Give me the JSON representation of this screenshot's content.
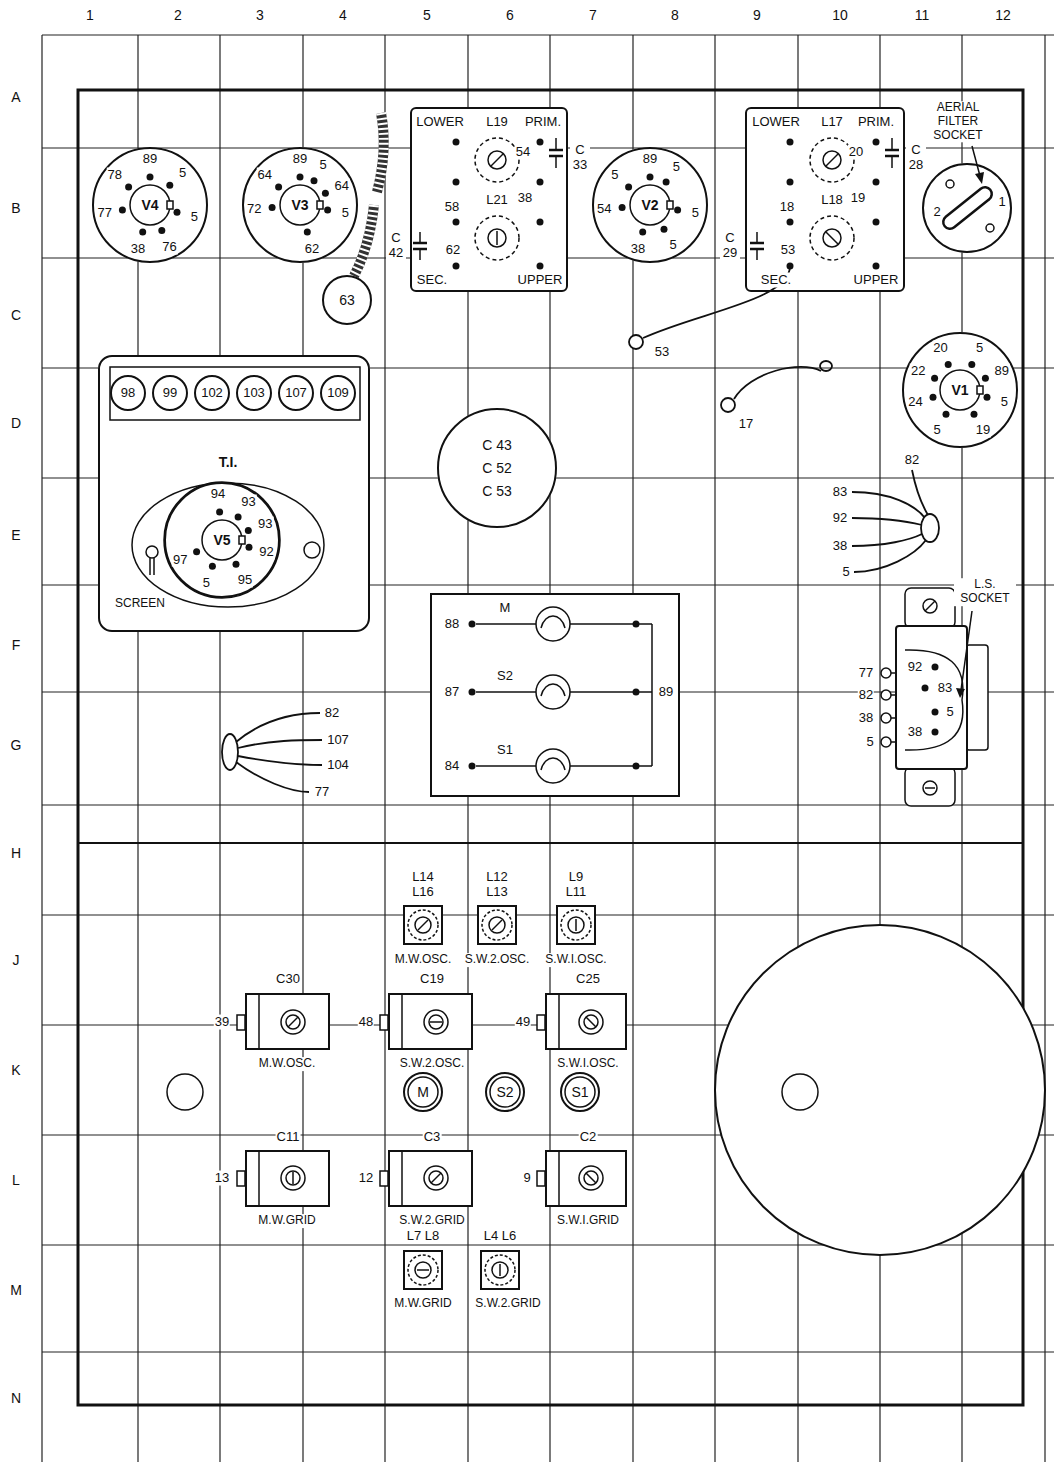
{
  "diagram": {
    "nodes": [
      {
        "text": [
          "V4",
          "89",
          "5",
          "78",
          "77",
          "5",
          "38",
          "76"
        ]
      },
      {
        "text": [
          "V3",
          "89",
          "5",
          "64",
          "5",
          "62",
          "72",
          "64"
        ]
      },
      {
        "text": [
          "LOWER",
          "L19",
          "PRIM.",
          "54",
          "C 33",
          "38",
          "58",
          "L21",
          "C 42",
          "62",
          "SEC.",
          "UPPER"
        ]
      },
      {
        "text": [
          "63"
        ]
      },
      {
        "text": [
          "V2",
          "89",
          "5",
          "5",
          "54",
          "5",
          "5",
          "38"
        ]
      },
      {
        "text": [
          "LOWER",
          "L17",
          "PRIM.",
          "20",
          "C 28",
          "19",
          "18",
          "L18",
          "C 29",
          "53",
          "SEC.",
          "UPPER"
        ]
      },
      {
        "text": [
          "AERIAL FILTER SOCKET",
          "1",
          "2"
        ]
      },
      {
        "text": [
          "V1",
          "20",
          "5",
          "22",
          "89",
          "24",
          "5",
          "5",
          "19"
        ]
      },
      {
        "text": [
          "T.I.",
          "SCREEN"
        ]
      },
      {
        "text": [
          "98"
        ],
        "in": 8
      },
      {
        "text": [
          "99"
        ],
        "in": 8
      },
      {
        "text": [
          "102"
        ],
        "in": 8
      },
      {
        "text": [
          "103"
        ],
        "in": 8
      },
      {
        "text": [
          "107"
        ],
        "in": 8
      },
      {
        "text": [
          "109"
        ],
        "in": 8
      },
      {
        "text": [
          "V5",
          "94",
          "93",
          "93",
          "92",
          "95",
          "5",
          "97"
        ],
        "in": 8
      },
      {
        "text": [
          "C 43",
          "C 52",
          "C 53"
        ]
      },
      {
        "text": [
          "88",
          "M",
          "87",
          "S2",
          "89",
          "84",
          "S1"
        ]
      },
      {
        "text": [
          "L.S. SOCKET",
          "92",
          "83",
          "5",
          "38"
        ]
      },
      {
        "text": [
          "L14 L16",
          "M.W.OSC."
        ]
      },
      {
        "text": [
          "L12 L13",
          "S.W.2.OSC."
        ]
      },
      {
        "text": [
          "L9 L11",
          "S.W.I.OSC."
        ]
      },
      {
        "text": [
          "C30",
          "39",
          "M.W.OSC."
        ]
      },
      {
        "text": [
          "C19",
          "48",
          "S.W.2.OSC."
        ]
      },
      {
        "text": [
          "C25",
          "49",
          "S.W.I.OSC."
        ]
      },
      {
        "text": [
          "M"
        ]
      },
      {
        "text": [
          "S2"
        ]
      },
      {
        "text": [
          "S1"
        ]
      },
      {
        "text": [
          "C11",
          "13",
          "M.W.GRID"
        ]
      },
      {
        "text": [
          "C3",
          "12",
          "S.W.2.GRID"
        ]
      },
      {
        "text": [
          "C2",
          "9",
          "S.W.I.GRID"
        ]
      },
      {
        "text": [
          "L7 L8",
          "M.W.GRID"
        ]
      },
      {
        "text": [
          "L4 L6",
          "S.W.2.GRID"
        ]
      }
    ],
    "labels": [
      "1",
      "2",
      "3",
      "4",
      "5",
      "6",
      "7",
      "8",
      "9",
      "10",
      "11",
      "12",
      "A",
      "B",
      "C",
      "D",
      "E",
      "F",
      "G",
      "H",
      "J",
      "K",
      "L",
      "M",
      "N",
      "53",
      "17",
      "82",
      "83",
      "92",
      "38",
      "5",
      "77",
      "82",
      "38",
      "5",
      "82",
      "107",
      "104",
      "77"
    ]
  }
}
